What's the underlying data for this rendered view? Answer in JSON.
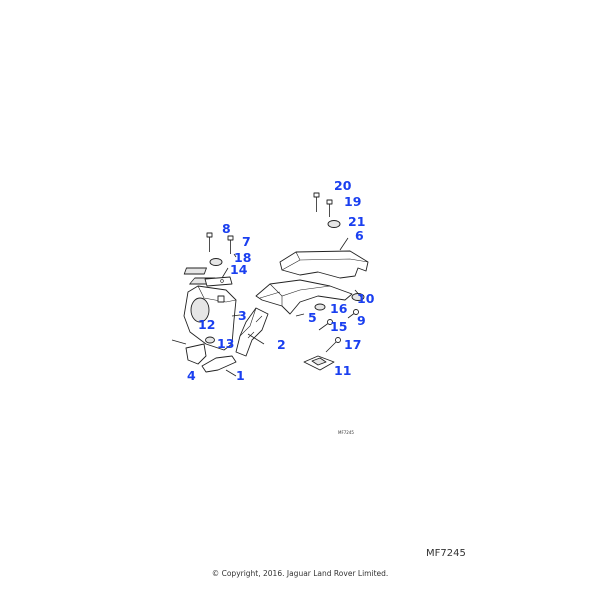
{
  "diagram": {
    "callouts": [
      "1",
      "2",
      "3",
      "4",
      "5",
      "6",
      "7",
      "8",
      "9",
      "10",
      "11",
      "12",
      "13",
      "14",
      "15",
      "16",
      "17",
      "18",
      "19",
      "20",
      "21"
    ],
    "small_ref": "MF7245"
  },
  "footer": {
    "reference": "MF7245",
    "copyright": "© Copyright, 2016. Jaguar Land Rover Limited."
  },
  "colors": {
    "callout": "#1a3ff0",
    "line": "#222222"
  }
}
